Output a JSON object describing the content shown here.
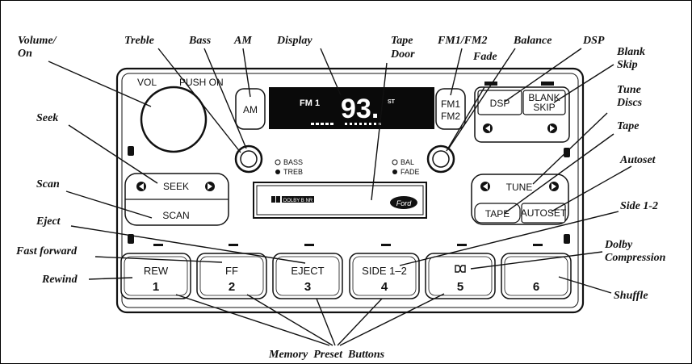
{
  "panel": {
    "vol_label": "VOL",
    "push_on_label": "PUSH ON",
    "am_button": "AM",
    "fm_button": [
      "FM1",
      "FM2"
    ],
    "display_band": "FM 1",
    "display_freq": "93.",
    "display_st": "ST",
    "dsp_button": "DSP",
    "blank_skip_button": [
      "BLANK",
      "SKIP"
    ],
    "bass_label": "BASS",
    "treb_label": "TREB",
    "bal_label": "BAL",
    "fade_label": "FADE",
    "seek_button": "SEEK",
    "scan_button": "SCAN",
    "dolby_badge": "DOLBY B NR",
    "brand_logo": "Ford",
    "tune_button": "TUNE",
    "tape_button": "TAPE",
    "autoset_button": "AUTOSET",
    "presets": [
      {
        "label": "REW",
        "number": "1"
      },
      {
        "label": "FF",
        "number": "2"
      },
      {
        "label": "EJECT",
        "number": "3"
      },
      {
        "label": "SIDE 1–2",
        "number": "4"
      },
      {
        "label": "",
        "number": "5",
        "icon": "dolby-double-d-icon"
      },
      {
        "label": "",
        "number": "6"
      }
    ]
  },
  "callouts": {
    "volume_on": [
      "Volume/",
      "On"
    ],
    "treble": "Treble",
    "bass": "Bass",
    "am": "AM",
    "display": "Display",
    "tape_door": [
      "Tape",
      "Door"
    ],
    "fm1_fm2": "FM1/FM2",
    "fade": "Fade",
    "balance": "Balance",
    "dsp": "DSP",
    "blank_skip": [
      "Blank",
      "Skip"
    ],
    "tune_discs": [
      "Tune",
      "Discs"
    ],
    "tape": "Tape",
    "autoset": "Autoset",
    "side_1_2": "Side 1-2",
    "dolby_compression": [
      "Dolby",
      "Compression"
    ],
    "shuffle": "Shuffle",
    "seek": "Seek",
    "scan": "Scan",
    "eject": "Eject",
    "fast_forward": "Fast forward",
    "rewind": "Rewind",
    "memory_preset_buttons": "Memory  Preset  Buttons"
  }
}
